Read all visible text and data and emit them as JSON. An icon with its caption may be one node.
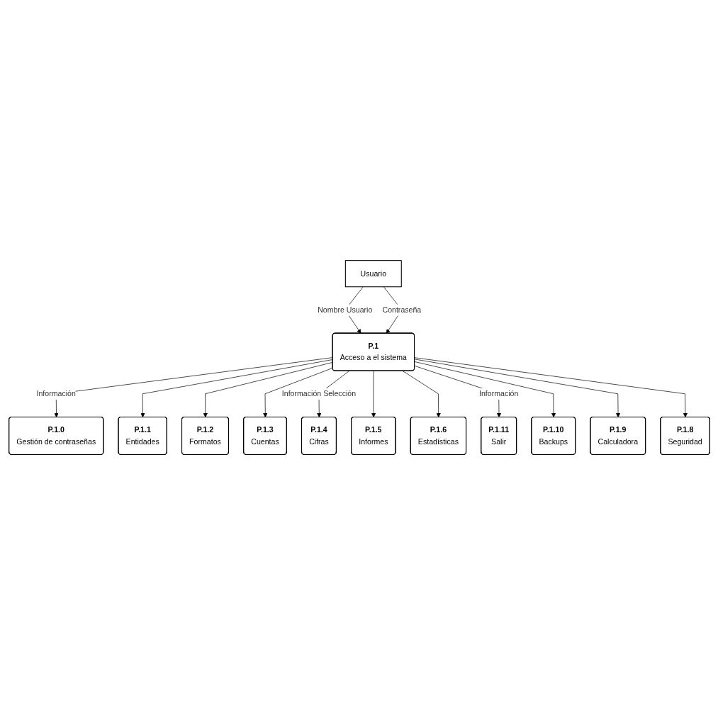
{
  "diagram": {
    "nodes": [
      {
        "text": [
          "P.1.0",
          "Gestión de contraseñas"
        ]
      },
      {
        "text": [
          "P.1.1",
          "Entidades"
        ]
      },
      {
        "text": [
          "P.1.2",
          "Formatos"
        ]
      },
      {
        "text": [
          "P.1.3",
          "Cuentas"
        ]
      },
      {
        "text": [
          "P.1.4",
          "Cifras"
        ]
      },
      {
        "text": [
          "Usuario"
        ]
      },
      {
        "text": [
          "P.1",
          "Acceso a el sistema"
        ]
      },
      {
        "text": [
          "P.1.5",
          "Informes"
        ]
      },
      {
        "text": [
          "P.1.6",
          "Estadísticas"
        ]
      },
      {
        "text": [
          "P.1.11",
          "Salir"
        ]
      },
      {
        "text": [
          "P.1.10",
          "Backups"
        ]
      },
      {
        "text": [
          "P.1.9",
          "Calculadora"
        ]
      },
      {
        "text": [
          "P.1.8",
          "Seguridad"
        ]
      }
    ],
    "edges": [
      {
        "from": 5,
        "to": 6,
        "arrow": "to",
        "label": "Nombre Usuario"
      },
      {
        "from": 5,
        "to": 6,
        "arrow": "to",
        "label": "Contraseña"
      },
      {
        "from": 6,
        "to": 0,
        "arrow": "to",
        "label": "Información"
      },
      {
        "from": 6,
        "to": 1,
        "arrow": "to"
      },
      {
        "from": 6,
        "to": 2,
        "arrow": "to"
      },
      {
        "from": 6,
        "to": 3,
        "arrow": "to"
      },
      {
        "from": 6,
        "to": 4,
        "arrow": "to",
        "label": "Información Selección"
      },
      {
        "from": 6,
        "to": 7,
        "arrow": "to"
      },
      {
        "from": 6,
        "to": 8,
        "arrow": "to"
      },
      {
        "from": 6,
        "to": 9,
        "arrow": "to",
        "label": "Información"
      },
      {
        "from": 6,
        "to": 10,
        "arrow": "to"
      },
      {
        "from": 6,
        "to": 11,
        "arrow": "to"
      },
      {
        "from": 6,
        "to": 12,
        "arrow": "to"
      }
    ]
  }
}
